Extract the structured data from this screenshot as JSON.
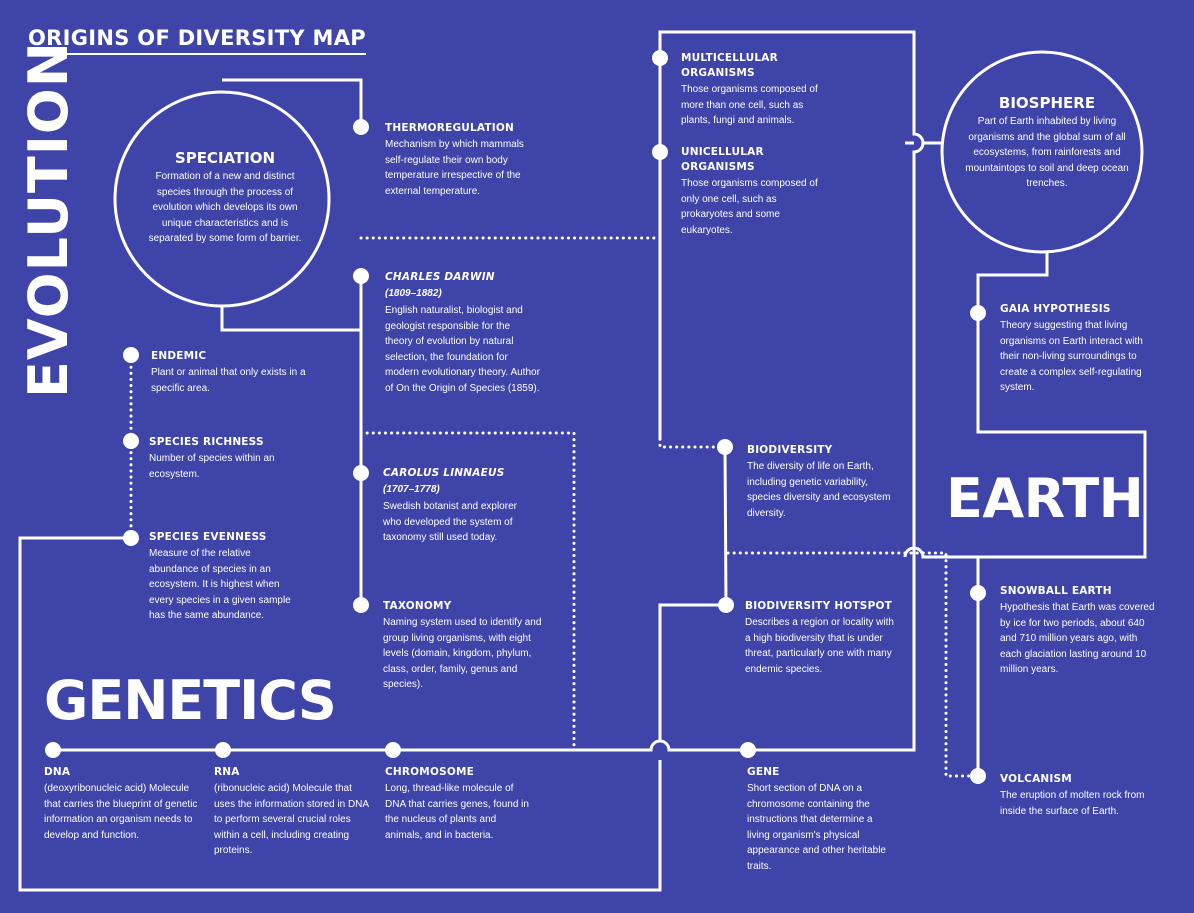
{
  "heading": "ORIGINS OF DIVERSITY MAP",
  "sections": {
    "evolution": "EVOLUTION",
    "genetics": "GENETICS",
    "earth": "EARTH"
  },
  "colors": {
    "background": "#3f44a8",
    "lines": "#ffffff"
  },
  "circles": {
    "speciation": {
      "title": "SPECIATION",
      "desc": "Formation of a new and distinct species through the process of evolution which develops its own unique characteristics and is separated by some form of barrier."
    },
    "biosphere": {
      "title": "BIOSPHERE",
      "desc": "Part of Earth inhabited by living organisms and the global sum of all ecosystems, from rainforests and mountaintops to soil and deep ocean trenches."
    }
  },
  "nodes": {
    "thermoregulation": {
      "title": "THERMOREGULATION",
      "desc": "Mechanism by which mammals self-regulate their own body temperature irrespective of the external temperature."
    },
    "darwin": {
      "title": "CHARLES DARWIN",
      "years": "(1809–1882)",
      "desc": "English naturalist, biologist and geologist responsible for the theory of evolution by natural selection, the foundation for modern evolutionary theory. Author of On the Origin of Species (1859)."
    },
    "linnaeus": {
      "title": "CAROLUS LINNAEUS",
      "years": "(1707–1778)",
      "desc": "Swedish botanist and explorer who developed the system of taxonomy still used today."
    },
    "taxonomy": {
      "title": "TAXONOMY",
      "desc": "Naming system used to identify and group living organisms, with eight levels (domain, kingdom, phylum, class, order, family, genus and species)."
    },
    "endemic": {
      "title": "ENDEMIC",
      "desc": "Plant or animal that only exists in a specific area."
    },
    "richness": {
      "title": "SPECIES RICHNESS",
      "desc": "Number of species within an ecosystem."
    },
    "evenness": {
      "title": "SPECIES EVENNESS",
      "desc": "Measure of the relative abundance of species in an ecosystem. It is highest when every species in a given sample has the same abundance."
    },
    "multicellular": {
      "title": "MULTICELLULAR ORGANISMS",
      "desc": "Those organisms composed of more than one cell, such as plants, fungi and animals."
    },
    "unicellular": {
      "title": "UNICELLULAR ORGANISMS",
      "desc": "Those organisms composed of only one cell, such as prokaryotes and some eukaryotes."
    },
    "biodiversity": {
      "title": "BIODIVERSITY",
      "desc": "The diversity of life on Earth, including genetic variability, species diversity and ecosystem diversity."
    },
    "hotspot": {
      "title": "BIODIVERSITY HOTSPOT",
      "desc": "Describes a region or locality with a high biodiversity that is under threat, particularly one with many endemic species."
    },
    "gaia": {
      "title": "GAIA HYPOTHESIS",
      "desc": "Theory suggesting that living organisms on Earth interact with their non-living surroundings to create a complex self-regulating system."
    },
    "snowball": {
      "title": "SNOWBALL EARTH",
      "desc": "Hypothesis that Earth was covered by ice for two periods, about 640 and 710 million years ago, with each glaciation lasting around 10 million years."
    },
    "volcanism": {
      "title": "VOLCANISM",
      "desc": "The eruption of molten rock from inside the surface of Earth."
    },
    "dna": {
      "title": "DNA",
      "desc": "(deoxyribonucleic acid) Molecule that carries the blueprint of genetic information an organism needs to develop and function."
    },
    "rna": {
      "title": "RNA",
      "desc": "(ribonucleic acid) Molecule that uses the information stored in DNA to perform several crucial roles within a cell, including creating proteins."
    },
    "chromosome": {
      "title": "CHROMOSOME",
      "desc": "Long, thread-like molecule of DNA that carries genes, found in the nucleus of plants and animals, and in bacteria."
    },
    "gene": {
      "title": "GENE",
      "desc": "Short section of DNA on a chromosome containing the instructions that determine a living organism's physical appearance and other heritable traits."
    }
  }
}
